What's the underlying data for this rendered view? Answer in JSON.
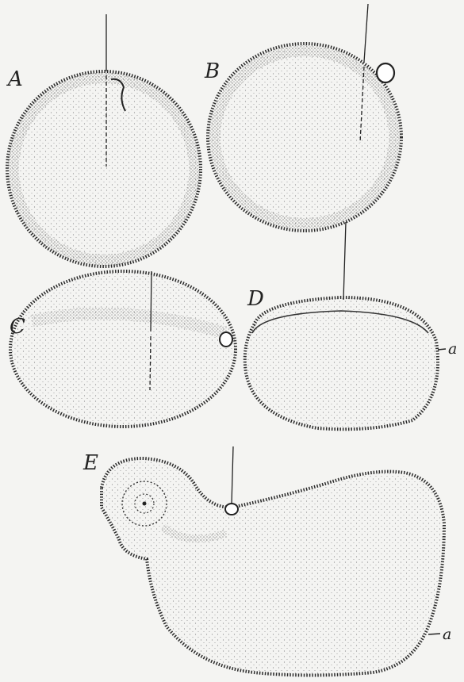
{
  "plate": {
    "background": "#f4f4f2",
    "ink": "#262626",
    "figures": [
      {
        "letter": "A"
      },
      {
        "letter": "B"
      },
      {
        "letter": "C"
      },
      {
        "letter": "D",
        "annotation": "a"
      },
      {
        "letter": "E",
        "annotation": "a"
      }
    ]
  }
}
